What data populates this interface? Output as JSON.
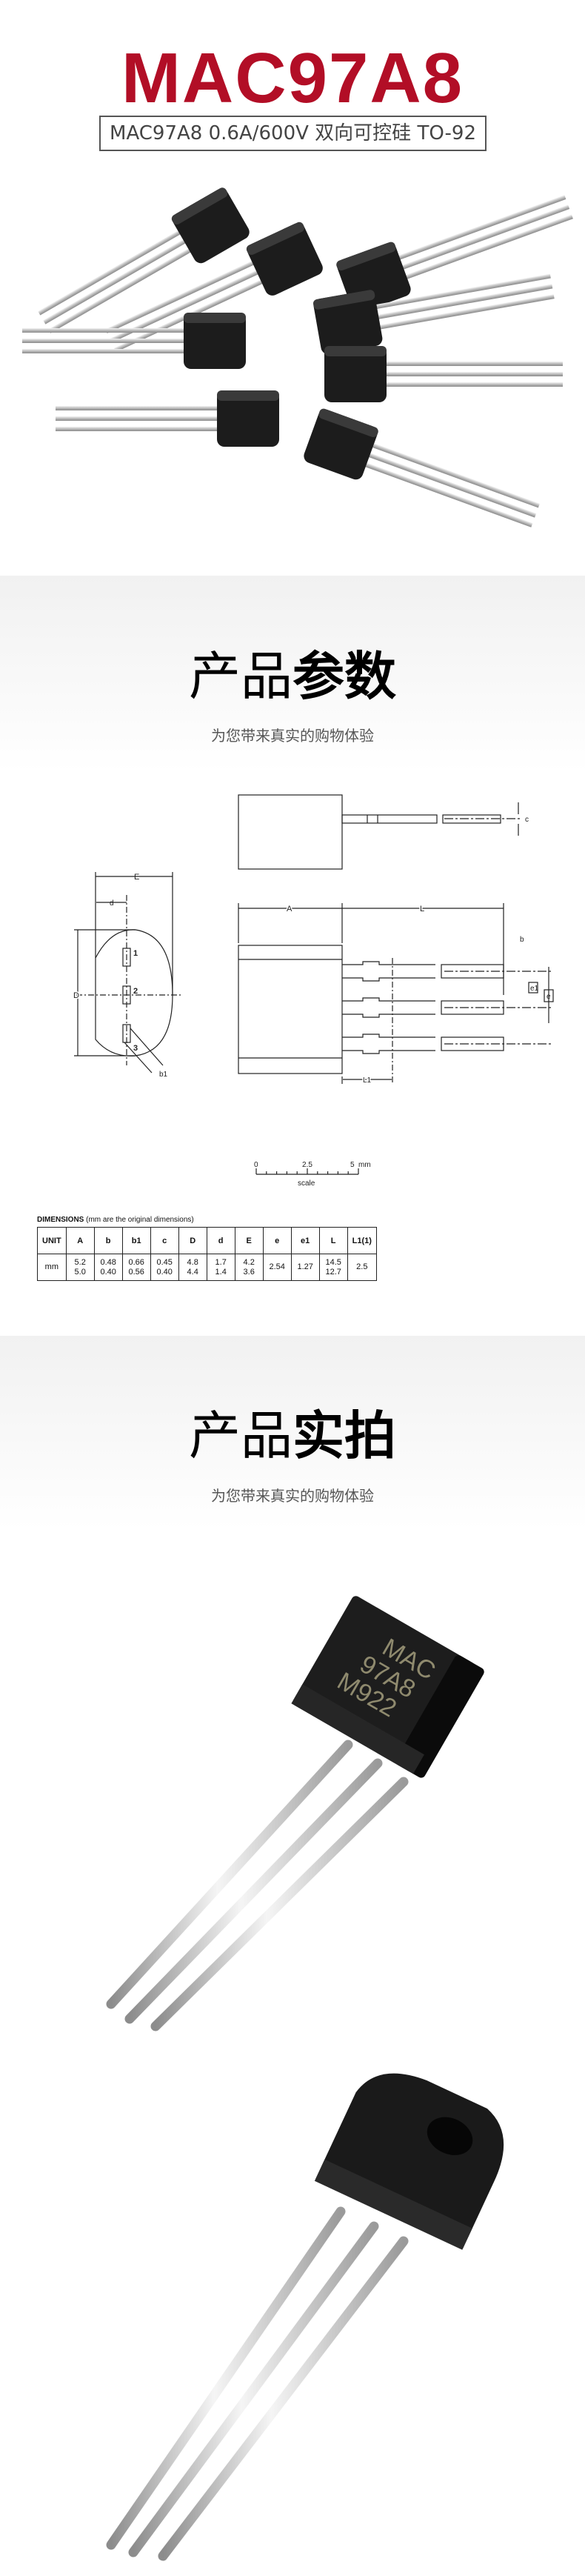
{
  "header": {
    "title": "MAC97A8",
    "subtitle": "MAC97A8 0.6A/600V 双向可控硅 TO-92",
    "title_color": "#b20e26"
  },
  "product_marking": {
    "line1": "MAC",
    "line2": "97A8",
    "line3": "M922"
  },
  "params_section": {
    "title_light": "产品",
    "title_bold": "参数",
    "subtitle": "为您带来真实的购物体验"
  },
  "drawing": {
    "labels": {
      "c": "c",
      "E": "E",
      "d": "d",
      "D": "D",
      "A": "A",
      "L": "L",
      "b": "b",
      "b1": "b1",
      "e": "e",
      "e1": "e1",
      "L1": "L1",
      "pin1": "1",
      "pin2": "2",
      "pin3": "3"
    },
    "scale": {
      "t0": "0",
      "t1": "2.5",
      "t2": "5",
      "unit": "mm",
      "label": "scale"
    }
  },
  "dimensions": {
    "caption_bold": "DIMENSIONS",
    "caption": "(mm are the original dimensions)",
    "headers": [
      "UNIT",
      "A",
      "b",
      "b1",
      "c",
      "D",
      "d",
      "E",
      "e",
      "e1",
      "L",
      "L1(1)"
    ],
    "row": {
      "unit": "mm",
      "values": [
        [
          "5.2",
          "5.0"
        ],
        [
          "0.48",
          "0.40"
        ],
        [
          "0.66",
          "0.56"
        ],
        [
          "0.45",
          "0.40"
        ],
        [
          "4.8",
          "4.4"
        ],
        [
          "1.7",
          "1.4"
        ],
        [
          "4.2",
          "3.6"
        ],
        [
          "2.54"
        ],
        [
          "1.27"
        ],
        [
          "14.5",
          "12.7"
        ],
        [
          "2.5"
        ]
      ]
    }
  },
  "photo_section": {
    "title_light": "产品",
    "title_bold": "实拍",
    "subtitle": "为您带来真实的购物体验"
  }
}
